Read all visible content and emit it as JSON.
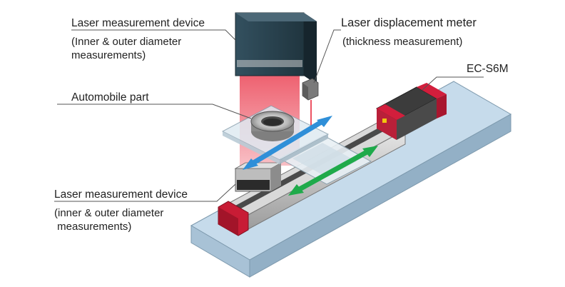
{
  "labels": {
    "laser_device_top": {
      "title": "Laser measurement device",
      "line1": "(Inner & outer diameter",
      "line2": "measurements)"
    },
    "laser_displacement": {
      "title": "Laser displacement meter",
      "line1": "(thickness measurement)"
    },
    "actuator": {
      "title": "EC-S6M"
    },
    "automobile_part": {
      "title": "Automobile part"
    },
    "laser_device_bottom": {
      "title": "Laser measurement device",
      "line1": "(inner & outer diameter",
      "line2": " measurements)"
    }
  },
  "colors": {
    "base_plate": "#bcd4e6",
    "device_body": "#2e4a5a",
    "laser_beam": "#e8283c",
    "actuator_rail": "#c8c8c8",
    "actuator_motor_red": "#d21e3c",
    "arrow_blue": "#2f8fd8",
    "arrow_green": "#1faa4a",
    "stage_glass": "#dfeaf2"
  },
  "icons": {
    "blue_arrow": "double-headed-arrow",
    "green_arrow": "double-headed-arrow"
  }
}
